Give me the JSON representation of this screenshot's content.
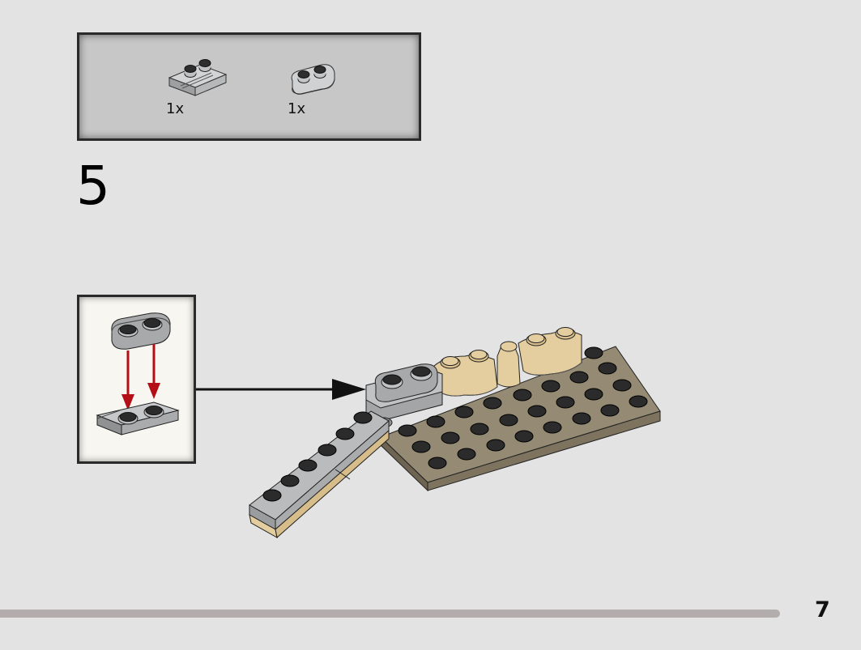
{
  "parts_list": {
    "items": [
      {
        "name": "plate-1x2-with-rail",
        "quantity": "1x"
      },
      {
        "name": "plate-1x2-rounded",
        "quantity": "1x"
      }
    ]
  },
  "step": {
    "number": "5"
  },
  "page": {
    "number": "7",
    "progress_percent": 90.6
  },
  "colors": {
    "page_background": "#e3e3e3",
    "parts_box_background": "#c7c7c7",
    "callout_background": "#f7f6f0",
    "light_bluish_gray": "#a7a9ab",
    "dark_tan": "#958a73",
    "tan": "#e4cd9e",
    "stud_dark": "#2b2b2b",
    "arrow_red": "#b40e16",
    "progress_bar": "#b3aeab"
  }
}
